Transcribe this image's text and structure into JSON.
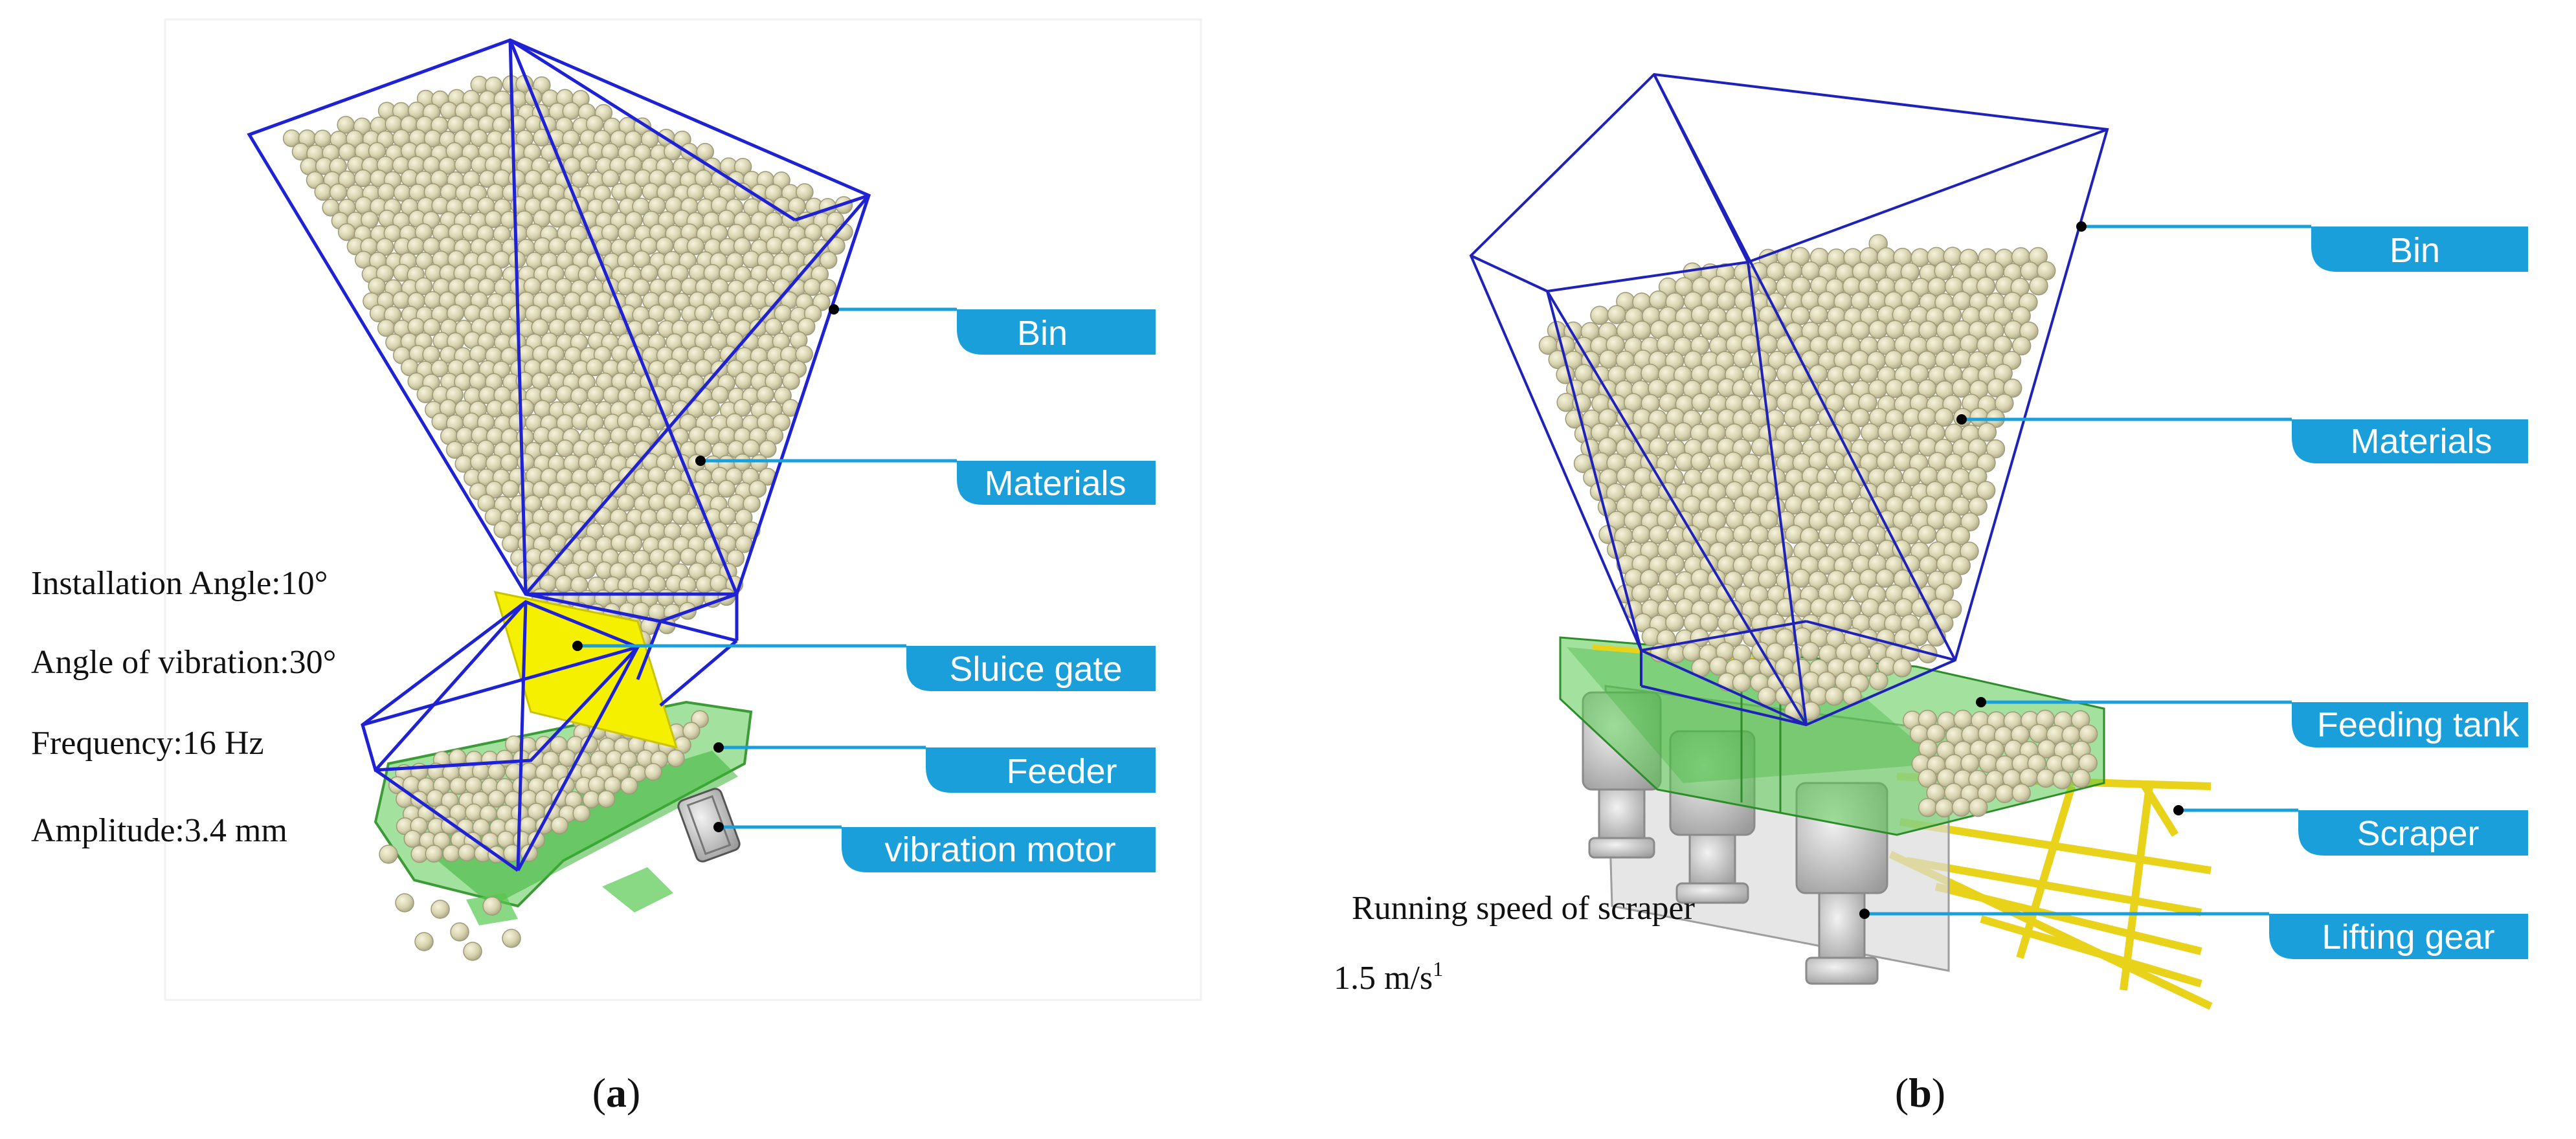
{
  "panel_a": {
    "labels": {
      "bin": "Bin",
      "materials": "Materials",
      "sluice_gate": "Sluice gate",
      "feeder": "Feeder",
      "vibration_motor": "vibration motor"
    },
    "parameters": {
      "installation_angle": "Installation Angle:10°",
      "angle_of_vibration": "Angle of vibration:30°",
      "frequency": "Frequency:16 Hz",
      "amplitude": "Amplitude:3.4 mm"
    },
    "caption_letter": "a"
  },
  "panel_b": {
    "labels": {
      "bin": "Bin",
      "materials": "Materials",
      "feeding_tank": "Feeding tank",
      "scraper": "Scraper",
      "lifting_gear": "Lifting gear"
    },
    "speed_label": "Running speed of scraper",
    "speed_value": "1.5 m/s",
    "speed_superscript": "1",
    "caption_letter": "b"
  },
  "colors": {
    "callout_blue": "#1a9fdb",
    "frame_blue": "#1c1cd0",
    "particle_fill": "#d9d6b3",
    "particle_edge": "#9e9a78",
    "gate_yellow": "#f2ec00",
    "feeder_green": "#4fc84a",
    "scraper_yellow": "#e8d21a",
    "gear_gray": "#bdbdbd"
  }
}
